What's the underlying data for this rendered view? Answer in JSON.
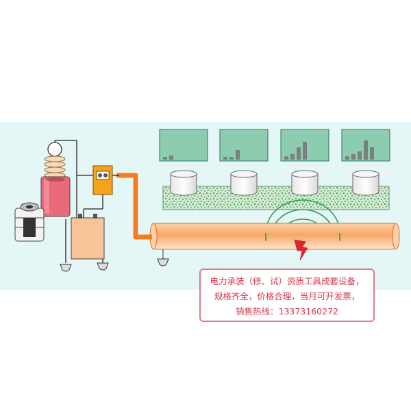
{
  "colors": {
    "background_panel": "#e4f7f6",
    "monitor_fill": "#8ccdb0",
    "bar_fill": "#7b7f80",
    "cable_fill": "#f7b07a",
    "cable_core": "#f57d1f",
    "transformer_red": "#e96a78",
    "capacitor_fill": "#f7c597",
    "signal_green": "#27a34b",
    "fault_red": "#e0242c",
    "notice_text": "#d9364a",
    "notice_border": "#e07a86"
  },
  "icons": {
    "transformer": "test-transformer-icon",
    "regulator": "voltage-regulator-icon",
    "capacitor": "capacitor-icon",
    "spark_gap": "spark-gap-icon",
    "sensor": "acoustic-sensor-icon",
    "fault": "lightning-fault-icon",
    "ground": "ground-icon"
  },
  "monitors": [
    {
      "bars": [
        0.1,
        0.15
      ]
    },
    {
      "bars": [
        0.1,
        0.1,
        0.35
      ]
    },
    {
      "bars": [
        0.12,
        0.2,
        0.45,
        0.65
      ]
    },
    {
      "bars": [
        0.12,
        0.2,
        0.3,
        0.7,
        0.45
      ]
    }
  ],
  "notice": {
    "line1": "电力承装（修、试）资质工具成套设备，",
    "line2": "规格齐全，价格合理，当月可开发票，",
    "line3": "销售热线：13373160272"
  }
}
